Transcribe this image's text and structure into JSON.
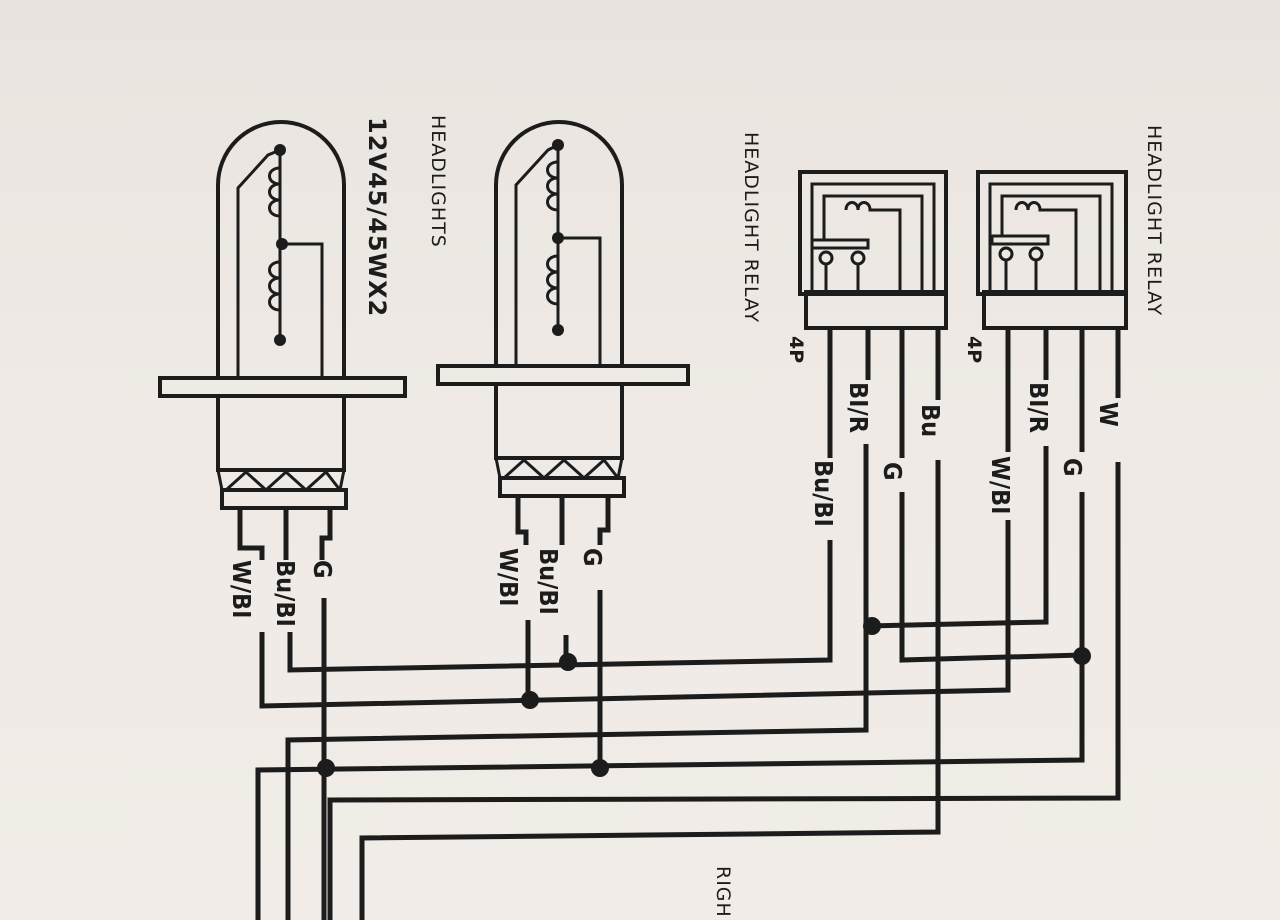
{
  "headlights": {
    "title": "HEADLIGHTS",
    "spec": "12V45/45WX2",
    "lamp1_wires": [
      "W/BI",
      "Bu/BI",
      "G"
    ],
    "lamp2_wires": [
      "W/BI",
      "Bu/BI",
      "G"
    ]
  },
  "relay_left": {
    "title": "HEADLIGHT RELAY",
    "pins": "4P",
    "wires": [
      "Bu/BI",
      "BI/R",
      "G",
      "Bu"
    ]
  },
  "relay_right": {
    "title": "HEADLIGHT RELAY",
    "pins": "4P",
    "wires": [
      "W/BI",
      "BI/R",
      "G",
      "W"
    ]
  },
  "cutoff_label": "RIGH"
}
